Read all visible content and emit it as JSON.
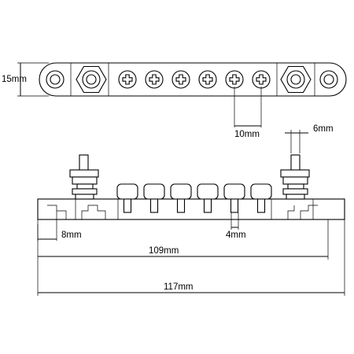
{
  "diagram": {
    "labels": {
      "height": "15mm",
      "stud_spacing": "10mm",
      "stud_diameter": "6mm",
      "side_width": "8mm",
      "screw_width": "4mm",
      "hole_spacing": "109mm",
      "overall_length": "117mm"
    },
    "colors": {
      "line": "#000000",
      "background": "#ffffff"
    },
    "screw_count": 6,
    "stud_count": 2
  }
}
